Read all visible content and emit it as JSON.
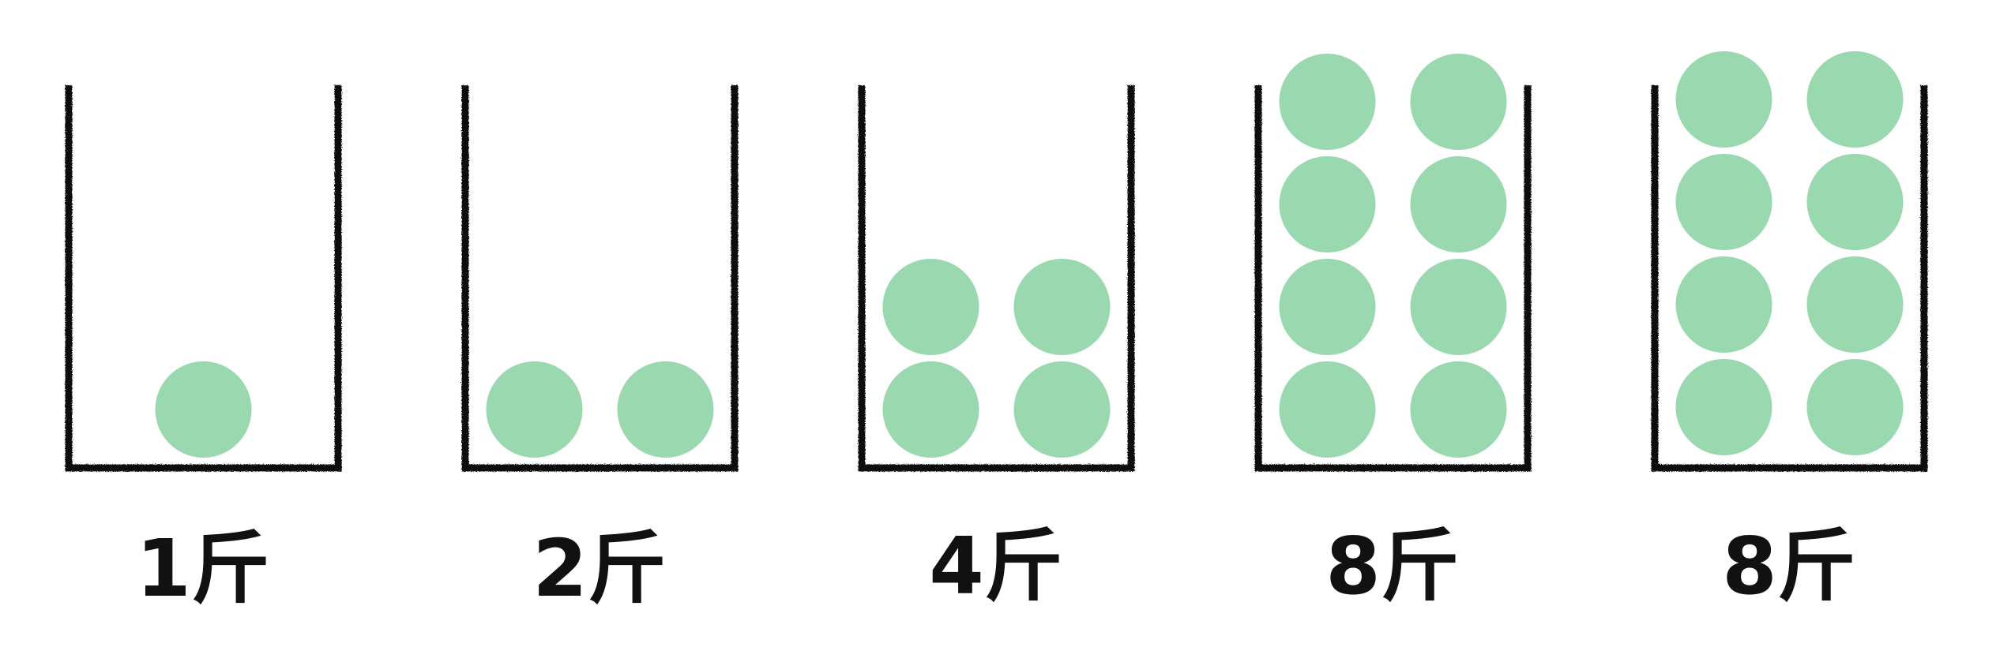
{
  "colors": {
    "ball": "#9AD8B0",
    "outline": "#111111",
    "background": "#FFFFFF"
  },
  "containers": [
    {
      "label": "1斤",
      "balls": 1,
      "columns": 1
    },
    {
      "label": "2斤",
      "balls": 2,
      "columns": 2
    },
    {
      "label": "4斤",
      "balls": 4,
      "columns": 2
    },
    {
      "label": "8斤",
      "balls": 8,
      "columns": 2
    },
    {
      "label": "8斤",
      "balls": 8,
      "columns": 2
    }
  ]
}
